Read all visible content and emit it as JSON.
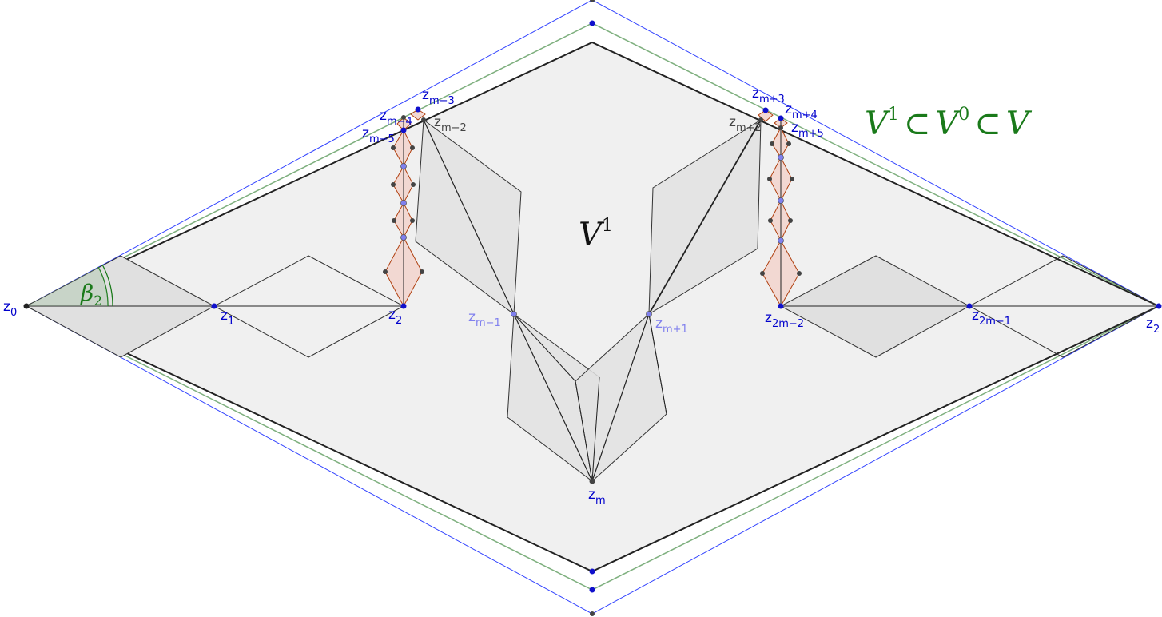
{
  "labels": {
    "z0": {
      "base": "z",
      "sub": "0"
    },
    "z1": {
      "base": "z",
      "sub": "1"
    },
    "z2": {
      "base": "z",
      "sub": "2"
    },
    "zm_minus_5": {
      "base": "z",
      "sub": "m−5"
    },
    "zm_minus_4": {
      "base": "z",
      "sub": "m−4"
    },
    "zm_minus_3": {
      "base": "z",
      "sub": "m−3"
    },
    "zm_minus_2": {
      "base": "z",
      "sub": "m−2"
    },
    "zm_minus_1": {
      "base": "z",
      "sub": "m−1"
    },
    "zm": {
      "base": "z",
      "sub": "m"
    },
    "zm_plus_1": {
      "base": "z",
      "sub": "m+1"
    },
    "zm_plus_2": {
      "base": "z",
      "sub": "m+2"
    },
    "zm_plus_3": {
      "base": "z",
      "sub": "m+3"
    },
    "zm_plus_4": {
      "base": "z",
      "sub": "m+4"
    },
    "zm_plus_5": {
      "base": "z",
      "sub": "m+5"
    },
    "z2m_minus_2": {
      "base": "z",
      "sub": "2m−2"
    },
    "z2m_minus_1": {
      "base": "z",
      "sub": "2m−1"
    },
    "z2m": {
      "base": "z",
      "sub": "2"
    }
  },
  "region_label": {
    "base": "V",
    "sup": "1"
  },
  "inclusion_label": {
    "v1": "V",
    "s1": "1",
    "sub1": "⊂",
    "v0": "V",
    "s0": "0",
    "sub2": "⊂",
    "v": "V"
  },
  "angle_label": {
    "base": "β",
    "sub": "2"
  },
  "colors": {
    "outer_boundary": "#3344ff",
    "middle_boundary": "#7fb07f",
    "inner_boundary": "#222222",
    "fill_region": "#f0f0f0",
    "fill_rhombus": "#e0e0e0",
    "chain_stroke": "#b04010",
    "chain_fill": "#f2d8d2",
    "inclusion_text": "#1a7a1a",
    "angle_color": "#1a7a1a"
  }
}
